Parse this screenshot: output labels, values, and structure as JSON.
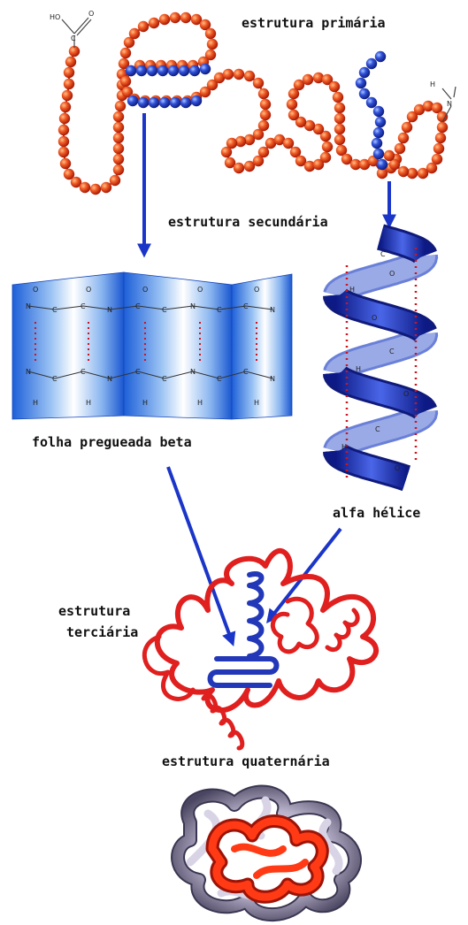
{
  "labels": {
    "primary": "estrutura primária",
    "secondary": "estrutura secundária",
    "beta_sheet": "folha pregueada beta",
    "alpha_helix": "alfa hélice",
    "tertiary_line1": "estrutura",
    "tertiary_line2": "terciária",
    "quaternary": "estrutura quaternária"
  },
  "chem_labels": {
    "hydroxyl": "HO",
    "carbon": "C",
    "oxygen": "O",
    "hydrogen": "H",
    "nitrogen": "N"
  },
  "colors": {
    "amino_acid_red": "#e8431c",
    "amino_acid_blue": "#2238b8",
    "arrow_blue": "#1a35c8",
    "sheet_blue": "#2a6fe0",
    "helix_blue": "#1d2aa8",
    "tertiary_red": "#e01f1f",
    "quaternary_gray": "#9a93ad"
  }
}
